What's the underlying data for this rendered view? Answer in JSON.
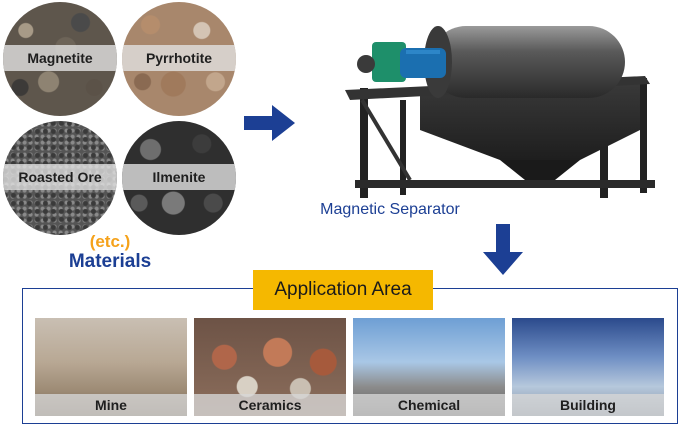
{
  "materials": {
    "items": [
      {
        "label": "Magnetite"
      },
      {
        "label": "Pyrrhotite"
      },
      {
        "label": "Roasted Ore"
      },
      {
        "label": "Ilmenite"
      }
    ],
    "etc_label": "(etc.)",
    "title": "Materials"
  },
  "separator": {
    "label": "Magnetic Separator"
  },
  "application": {
    "title": "Application Area",
    "items": [
      {
        "label": "Mine"
      },
      {
        "label": "Ceramics"
      },
      {
        "label": "Chemical"
      },
      {
        "label": "Building"
      }
    ]
  },
  "colors": {
    "brand_blue": "#1c3f94",
    "accent_orange": "#f5a21b",
    "title_yellow": "#f5b800",
    "machine_motor": "#1b6fb0",
    "machine_gear": "#1e8f6a"
  },
  "icons": {
    "flow_right": "arrow-right-icon",
    "flow_down": "arrow-down-icon"
  }
}
